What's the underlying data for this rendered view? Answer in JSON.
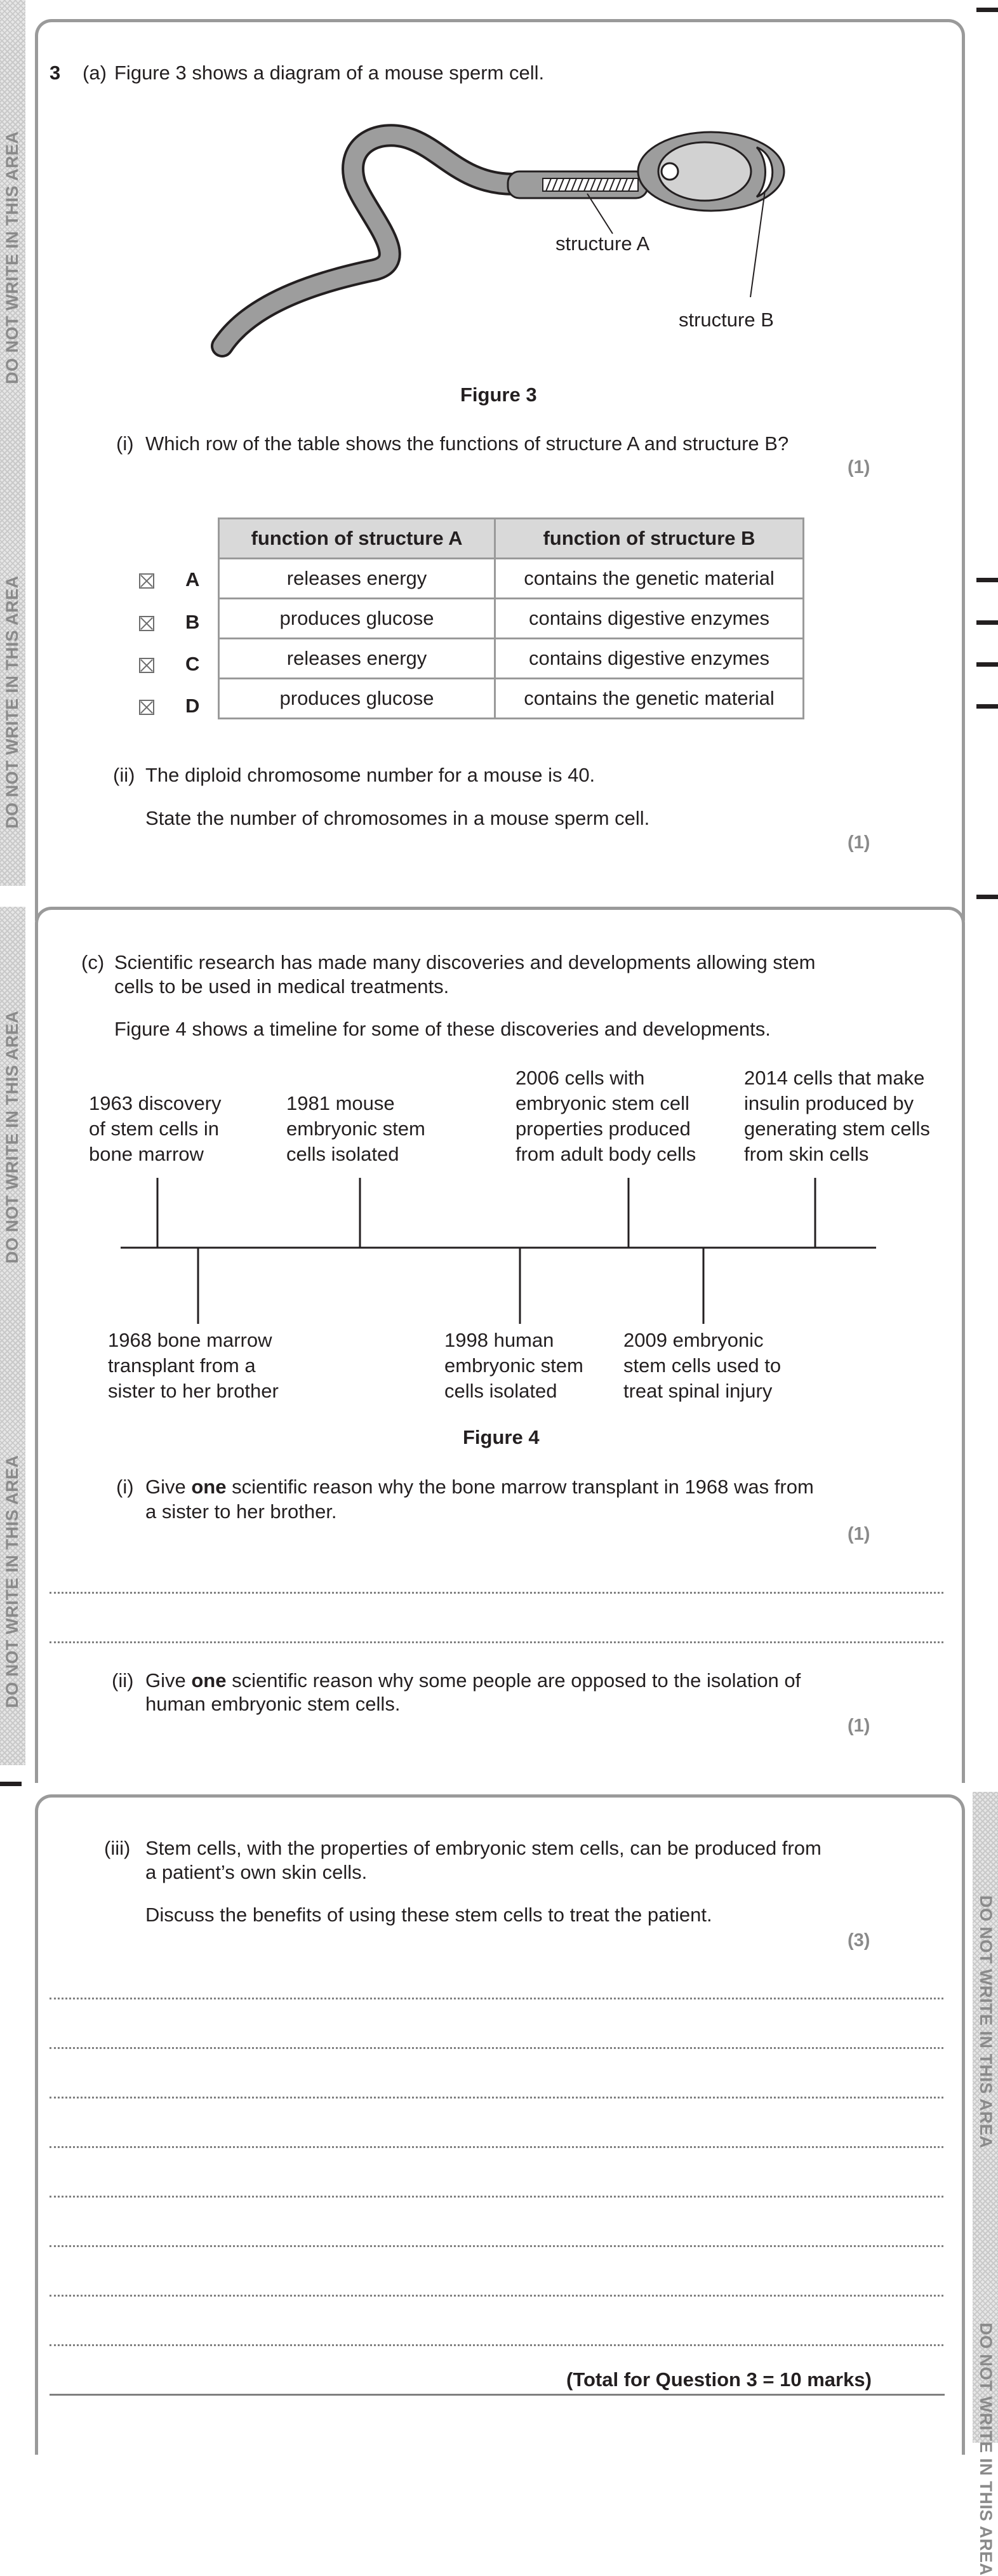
{
  "margin_label": "DO NOT WRITE IN THIS AREA",
  "q3a": {
    "number": "3",
    "part": "(a)",
    "intro": "Figure 3 shows a diagram of a mouse sperm cell.",
    "label_a": "structure A",
    "label_b": "structure B",
    "figure_caption": "Figure 3",
    "sub_i": {
      "num": "(i)",
      "text": "Which row of the table shows the functions of structure A and structure B?",
      "marks": "(1)",
      "headers": [
        "function of structure A",
        "function of structure B"
      ],
      "rows": [
        {
          "letter": "A",
          "a": "releases energy",
          "b": "contains the genetic material"
        },
        {
          "letter": "B",
          "a": "produces glucose",
          "b": "contains digestive enzymes"
        },
        {
          "letter": "C",
          "a": "releases energy",
          "b": "contains digestive enzymes"
        },
        {
          "letter": "D",
          "a": "produces glucose",
          "b": "contains the genetic material"
        }
      ]
    },
    "sub_ii": {
      "num": "(ii)",
      "line1": "The diploid chromosome number for a mouse is 40.",
      "line2": "State the number of chromosomes in a mouse sperm cell.",
      "marks": "(1)"
    }
  },
  "q3c": {
    "part": "(c)",
    "intro_line1": "Scientific research has made many discoveries and developments allowing stem",
    "intro_line2": "cells to be used in medical treatments.",
    "intro_line3": "Figure 4 shows a timeline for some of these discoveries and developments.",
    "timeline_top": [
      [
        "1963 discovery",
        "of stem cells in",
        "bone marrow"
      ],
      [
        "1981 mouse",
        "embryonic stem",
        "cells isolated"
      ],
      [
        "2006 cells with",
        "embryonic stem cell",
        "properties produced",
        "from adult body cells"
      ],
      [
        "2014 cells that make",
        "insulin produced by",
        "generating stem cells",
        "from skin cells"
      ]
    ],
    "timeline_bottom": [
      [
        "1968 bone marrow",
        "transplant from a",
        "sister to her brother"
      ],
      [
        "1998 human",
        "embryonic stem",
        "cells isolated"
      ],
      [
        "2009 embryonic",
        "stem cells used to",
        "treat spinal injury"
      ]
    ],
    "figure_caption": "Figure 4",
    "sub_i": {
      "num": "(i)",
      "pre": "Give ",
      "bold": "one",
      "post": " scientific reason why the bone marrow transplant in 1968 was from",
      "line2": "a sister to her brother.",
      "marks": "(1)"
    },
    "sub_ii": {
      "num": "(ii)",
      "pre": "Give ",
      "bold": "one",
      "post": " scientific reason why some people are opposed to the isolation of",
      "line2": "human embryonic stem cells.",
      "marks": "(1)"
    }
  },
  "q3c_iii": {
    "num": "(iii)",
    "line1": "Stem cells, with the properties of embryonic stem cells, can be produced from",
    "line2": "a patient’s own skin cells.",
    "line3": "Discuss the benefits of using these stem cells to treat the patient.",
    "marks": "(3)",
    "total": "(Total for Question 3 = 10 marks)"
  }
}
